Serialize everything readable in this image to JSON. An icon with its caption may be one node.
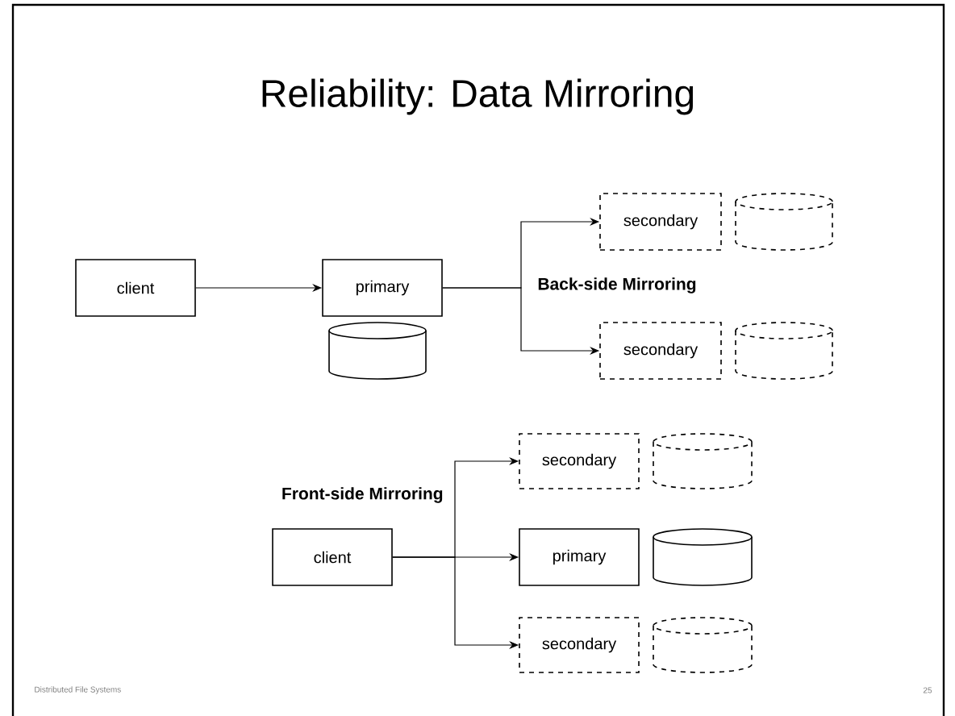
{
  "diagram": {
    "title": "Reliability: Data Mirroring",
    "nodes": [
      {
        "text": [
          "client"
        ]
      },
      {
        "text": [
          "primary"
        ]
      },
      {
        "text": [],
        "shape": "cylinder"
      },
      {
        "text": [
          "secondary"
        ]
      },
      {
        "text": [],
        "shape": "cylinder"
      },
      {
        "text": [
          "secondary"
        ]
      },
      {
        "text": [],
        "shape": "cylinder"
      },
      {
        "text": [
          "secondary"
        ]
      },
      {
        "text": [],
        "shape": "cylinder"
      },
      {
        "text": [
          "client"
        ]
      },
      {
        "text": [
          "primary"
        ]
      },
      {
        "text": [],
        "shape": "cylinder"
      },
      {
        "text": [
          "secondary"
        ]
      },
      {
        "text": [],
        "shape": "cylinder"
      }
    ],
    "edges": [
      {
        "from": 0,
        "to": 1,
        "arrow": "to"
      },
      {
        "from": 1,
        "to": 3,
        "arrow": "to"
      },
      {
        "from": 1,
        "to": 5,
        "arrow": "to"
      },
      {
        "from": 9,
        "to": 7,
        "arrow": "to"
      },
      {
        "from": 9,
        "to": 10,
        "arrow": "to"
      },
      {
        "from": 9,
        "to": 12,
        "arrow": "to"
      }
    ],
    "labels": [
      "Back-side Mirroring",
      "Front-side Mirroring",
      "Distributed File Systems",
      "25"
    ]
  }
}
